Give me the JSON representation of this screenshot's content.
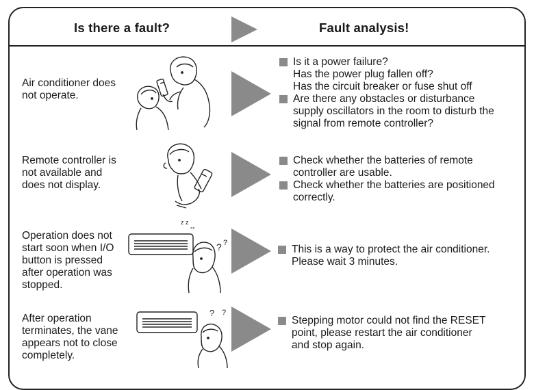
{
  "header": {
    "fault_title": "Is there a fault?",
    "analysis_title": "Fault analysis!"
  },
  "colors": {
    "arrow": "#8a8a8a",
    "bullet": "#8a8a8a",
    "ink": "#1a1a1a"
  },
  "rows": [
    {
      "fault": [
        "Air conditioner does",
        "not operate."
      ],
      "illustration": "couple-with-remote-illustration",
      "analysis": [
        {
          "bullet": true,
          "text": "Is it a power failure?"
        },
        {
          "bullet": false,
          "text": "Has the power plug fallen off?"
        },
        {
          "bullet": false,
          "text": "Has the circuit breaker or fuse shut off"
        },
        {
          "bullet": true,
          "text": "Are there any obstacles or disturbance"
        },
        {
          "bullet": false,
          "text": "supply oscillators in the room to disturb the"
        },
        {
          "bullet": false,
          "text": "signal from remote controller?"
        }
      ]
    },
    {
      "fault": [
        "Remote controller is",
        "not available and",
        "does not display."
      ],
      "illustration": "man-with-remote-illustration",
      "analysis": [
        {
          "bullet": true,
          "text": "Check whether the batteries of remote"
        },
        {
          "bullet": false,
          "text": "controller are usable."
        },
        {
          "bullet": true,
          "text": "Check whether the batteries are positioned"
        },
        {
          "bullet": false,
          "text": "correctly."
        }
      ]
    },
    {
      "fault": [
        "Operation does not",
        "start soon when I/O",
        "button is pressed",
        "after operation was",
        "stopped."
      ],
      "illustration": "sleeping-unit-confused-man-illustration",
      "analysis": [
        {
          "bullet": true,
          "text": "This is a way to protect the air conditioner."
        },
        {
          "bullet": false,
          "text": "Please wait 3 minutes."
        }
      ]
    },
    {
      "fault": [
        "After operation",
        "terminates, the vane",
        "appears not to close",
        "completely."
      ],
      "illustration": "unit-and-puzzled-man-illustration",
      "analysis": [
        {
          "bullet": true,
          "text": "Stepping motor could not find the RESET"
        },
        {
          "bullet": false,
          "text": "point, please restart the air conditioner"
        },
        {
          "bullet": false,
          "text": "and stop again."
        }
      ]
    }
  ]
}
